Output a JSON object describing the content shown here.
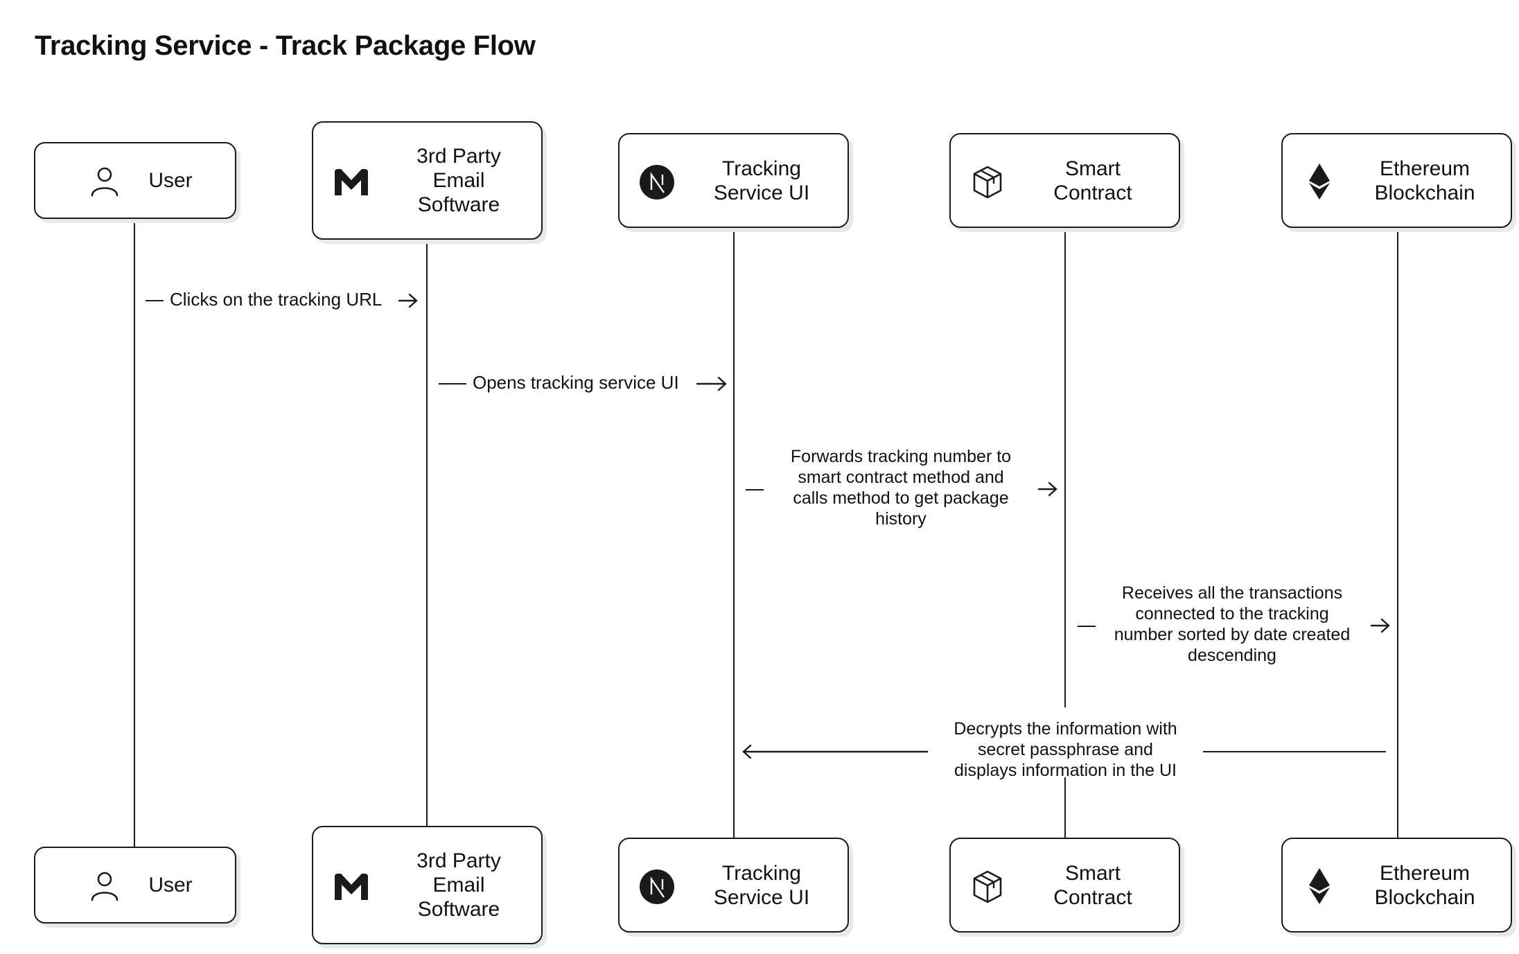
{
  "title": "Tracking Service - Track Package Flow",
  "participants": [
    {
      "id": "user",
      "label": "User",
      "icon": "user-icon"
    },
    {
      "id": "email",
      "label": "3rd Party\nEmail\nSoftware",
      "icon": "gmail-icon"
    },
    {
      "id": "ui",
      "label": "Tracking\nService UI",
      "icon": "nextjs-icon"
    },
    {
      "id": "contract",
      "label": "Smart\nContract",
      "icon": "cube-icon"
    },
    {
      "id": "chain",
      "label": "Ethereum\nBlockchain",
      "icon": "ethereum-icon"
    }
  ],
  "messages": [
    {
      "from": "user",
      "to": "email",
      "text": "Clicks on the tracking URL"
    },
    {
      "from": "email",
      "to": "ui",
      "text": "Opens tracking service UI"
    },
    {
      "from": "ui",
      "to": "contract",
      "text": "Forwards tracking number to\nsmart contract method and\ncalls method to get package\nhistory"
    },
    {
      "from": "contract",
      "to": "chain",
      "text": "Receives all the transactions\nconnected to the tracking\nnumber sorted by date created\ndescending"
    },
    {
      "from": "chain",
      "to": "ui",
      "text": "Decrypts the information with\nsecret passphrase and\ndisplays information in the UI"
    }
  ]
}
